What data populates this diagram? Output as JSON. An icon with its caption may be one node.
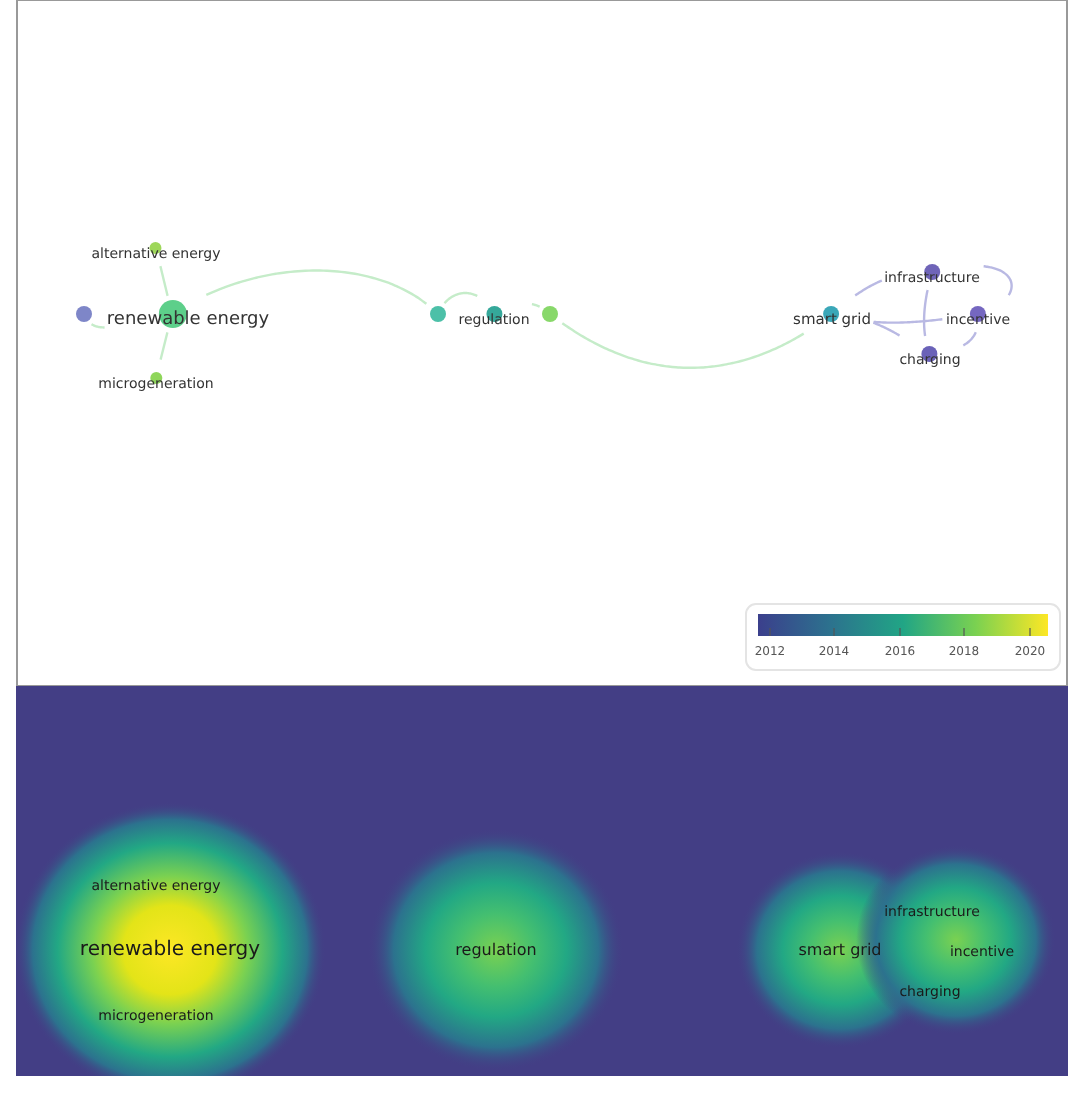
{
  "diagram": {
    "nodes": [
      {
        "text": [
          "alternative energy"
        ]
      },
      {
        "text": [],
        "shape": "circle"
      },
      {
        "text": [
          "renewable energy"
        ]
      },
      {
        "text": [
          "microgeneration"
        ]
      },
      {
        "text": [],
        "shape": "circle"
      },
      {
        "text": [
          "regulation"
        ]
      },
      {
        "text": [],
        "shape": "circle"
      },
      {
        "text": [
          "smart grid"
        ]
      },
      {
        "text": [
          "infrastructure"
        ]
      },
      {
        "text": [
          "incentive"
        ]
      },
      {
        "text": [
          "charging"
        ]
      }
    ],
    "edges": [
      {
        "from": 2,
        "to": 0,
        "arrow": "none"
      },
      {
        "from": 2,
        "to": 3,
        "arrow": "none"
      },
      {
        "from": 1,
        "to": 2,
        "arrow": "none"
      },
      {
        "from": 2,
        "to": 4,
        "arrow": "none"
      },
      {
        "from": 4,
        "to": 5,
        "arrow": "none"
      },
      {
        "from": 5,
        "to": 6,
        "arrow": "none"
      },
      {
        "from": 6,
        "to": 7,
        "arrow": "none"
      },
      {
        "from": 7,
        "to": 8,
        "arrow": "none",
        "color": "#b9b9e3"
      },
      {
        "from": 7,
        "to": 9,
        "arrow": "none",
        "color": "#b9b9e3"
      },
      {
        "from": 7,
        "to": 10,
        "arrow": "none",
        "color": "#b9b9e3"
      },
      {
        "from": 8,
        "to": 9,
        "arrow": "none",
        "color": "#b9b9e3"
      },
      {
        "from": 8,
        "to": 10,
        "arrow": "none",
        "color": "#b9b9e3"
      },
      {
        "from": 10,
        "to": 9,
        "arrow": "none",
        "color": "#b9b9e3"
      }
    ],
    "labels": [
      "2012",
      "2014",
      "2016",
      "2018",
      "2020",
      "alternative energy",
      "infrastructure",
      "renewable energy",
      "regulation",
      "smart grid",
      "incentive",
      "charging",
      "microgeneration"
    ]
  }
}
